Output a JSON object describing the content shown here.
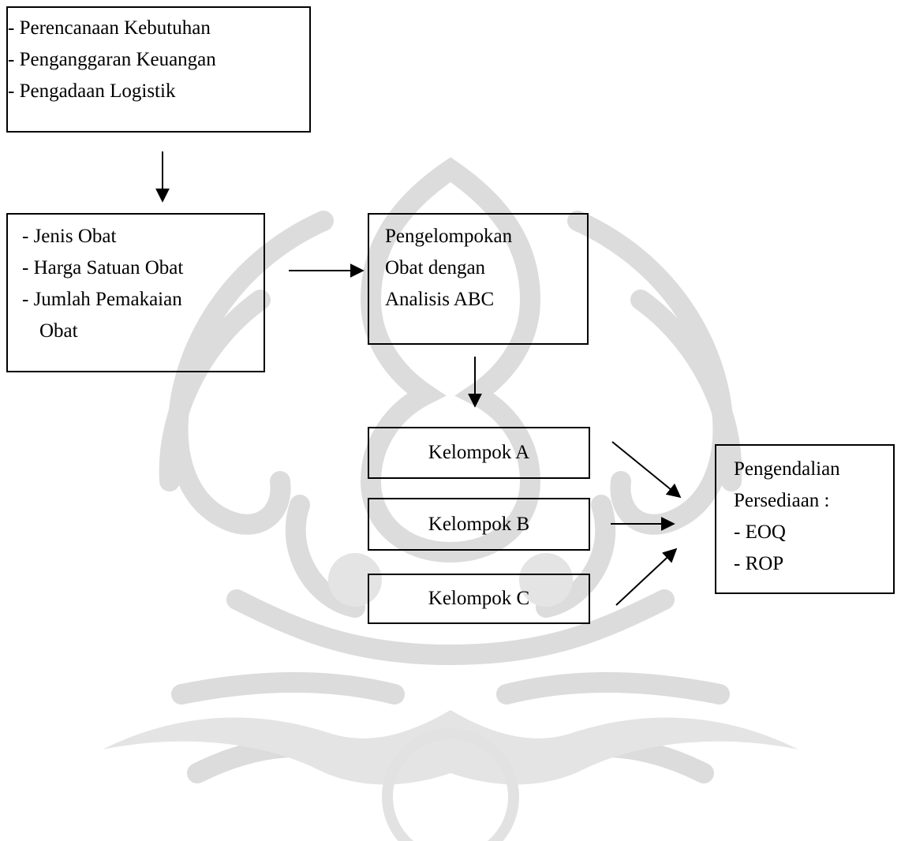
{
  "diagram": {
    "planning_box": {
      "lines": [
        "- Perencanaan Kebutuhan",
        "- Penganggaran Keuangan",
        "- Pengadaan Logistik"
      ]
    },
    "input_box": {
      "lines": [
        "- Jenis Obat",
        "- Harga Satuan Obat",
        "- Jumlah Pemakaian",
        "Obat"
      ]
    },
    "abc_box": {
      "lines": [
        "Pengelompokan",
        "Obat dengan",
        "Analisis ABC"
      ]
    },
    "groups": {
      "a": "Kelompok A",
      "b": "Kelompok B",
      "c": "Kelompok C"
    },
    "control_box": {
      "lines": [
        "Pengendalian",
        "Persediaan :",
        "- EOQ",
        "- ROP"
      ]
    },
    "colors": {
      "line": "#000000",
      "watermark": "#d9d9d9"
    }
  }
}
